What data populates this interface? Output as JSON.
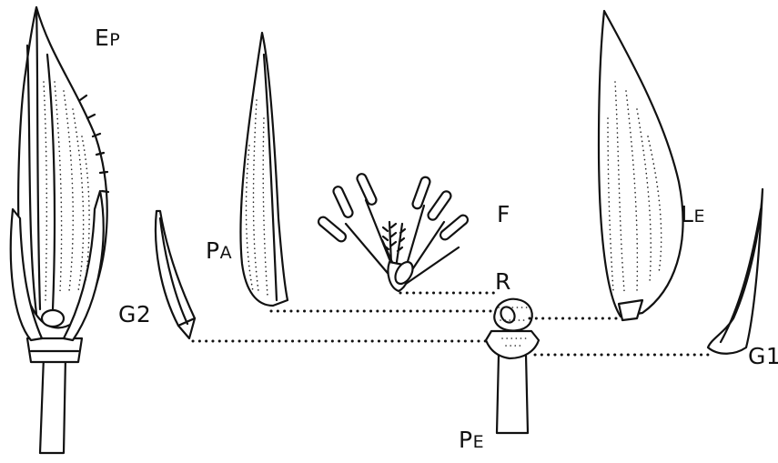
{
  "figure": {
    "labels": {
      "spikelet": {
        "big": "E",
        "small": "P"
      },
      "palea": {
        "big": "P",
        "small": "A"
      },
      "flower": "F",
      "rachilla": "R",
      "lemma": {
        "big": "L",
        "small": "E"
      },
      "glume_2": "G2",
      "glume_1": "G1",
      "pedicel": {
        "big": "P",
        "small": "E"
      }
    }
  }
}
